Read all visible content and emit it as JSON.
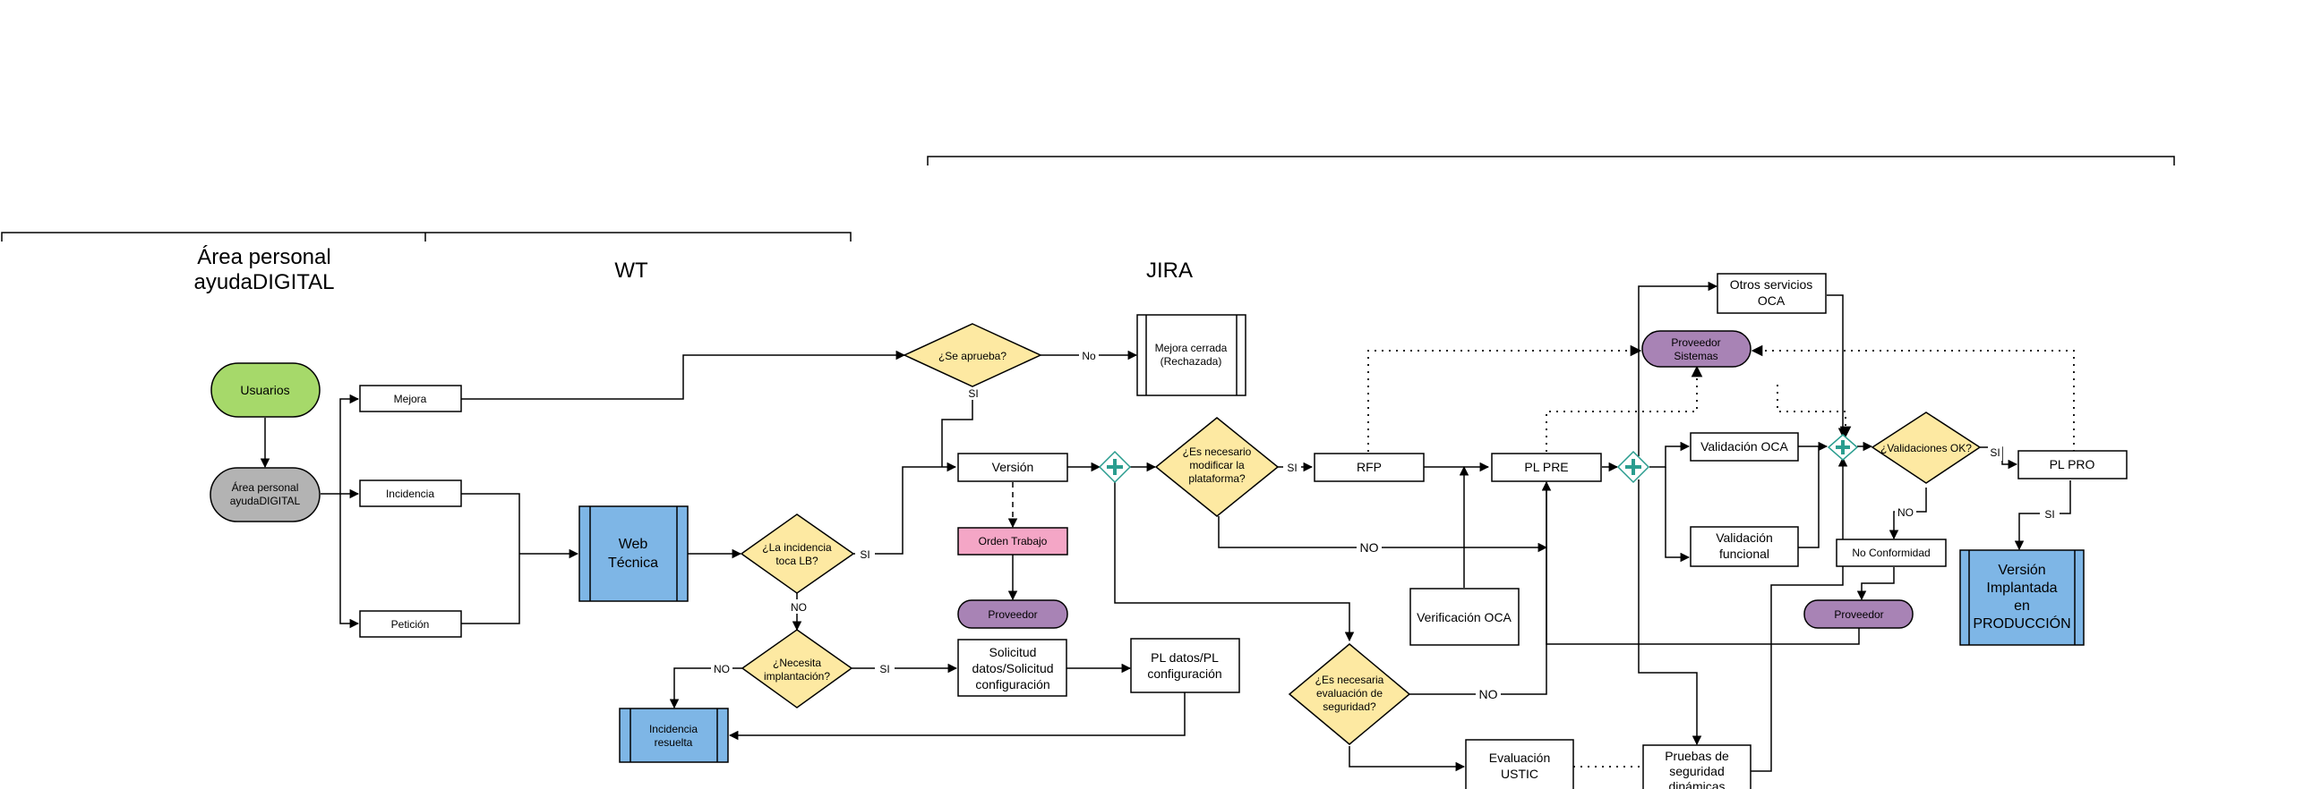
{
  "headers": {
    "area_personal_line1": "Área personal",
    "area_personal_line2": "ayudaDIGITAL",
    "wt": "WT",
    "jira": "JIRA"
  },
  "nodes": {
    "usuarios": "Usuarios",
    "area_personal_line1": "Área personal",
    "area_personal_line2": "ayudaDIGITAL",
    "mejora": "Mejora",
    "incidencia": "Incidencia",
    "peticion": "Petición",
    "web_tecnica_line1": "Web",
    "web_tecnica_line2": "Técnica",
    "toca_lb_line1": "¿La incidencia",
    "toca_lb_line2": "toca LB?",
    "necesita_impl_line1": "¿Necesita",
    "necesita_impl_line2": "implantación?",
    "incidencia_resuelta_line1": "Incidencia",
    "incidencia_resuelta_line2": "resuelta",
    "se_aprueba": "¿Se aprueba?",
    "mejora_cerrada_line1": "Mejora cerrada",
    "mejora_cerrada_line2": "(Rechazada)",
    "version": "Versión",
    "orden_trabajo": "Orden Trabajo",
    "proveedor": "Proveedor",
    "solicitud_line1": "Solicitud",
    "solicitud_line2": "datos/Solicitud",
    "solicitud_line3": "configuración",
    "pl_datos_line1": "PL datos/PL",
    "pl_datos_line2": "configuración",
    "modificar_line1": "¿Es necesario",
    "modificar_line2": "modificar la",
    "modificar_line3": "plataforma?",
    "rfp": "RFP",
    "pl_pre": "PL PRE",
    "verificacion_oca": "Verificación OCA",
    "evaluacion_seg_line1": "¿Es necesaria",
    "evaluacion_seg_line2": "evaluación de",
    "evaluacion_seg_line3": "seguridad?",
    "evaluacion_ustic_line1": "Evaluación",
    "evaluacion_ustic_line2": "USTIC",
    "pruebas_line1": "Pruebas de",
    "pruebas_line2": "seguridad",
    "pruebas_line3": "dinámicas",
    "otros_servicios_line1": "Otros servicios",
    "otros_servicios_line2": "OCA",
    "proveedor_sistemas_line1": "Proveedor",
    "proveedor_sistemas_line2": "Sistemas",
    "validacion_oca": "Validación OCA",
    "validacion_funcional_line1": "Validación",
    "validacion_funcional_line2": "funcional",
    "validaciones_ok": "¿Validaciones OK?",
    "no_conformidad": "No Conformidad",
    "proveedor2": "Proveedor",
    "pl_pro": "PL PRO",
    "version_implantada_line1": "Versión",
    "version_implantada_line2": "Implantada",
    "version_implantada_line3": "en",
    "version_implantada_line4": "PRODUCCIÓN"
  },
  "edge_labels": {
    "si": "SI",
    "no": "NO",
    "no_lower": "No"
  },
  "colors": {
    "green": "#a6d96a",
    "grey": "#b3b3b3",
    "blue": "#7eb6e6",
    "yellow": "#fde9a2",
    "pink": "#f4a6c6",
    "purple": "#a883b5",
    "gateway": "#2a9d8f"
  }
}
